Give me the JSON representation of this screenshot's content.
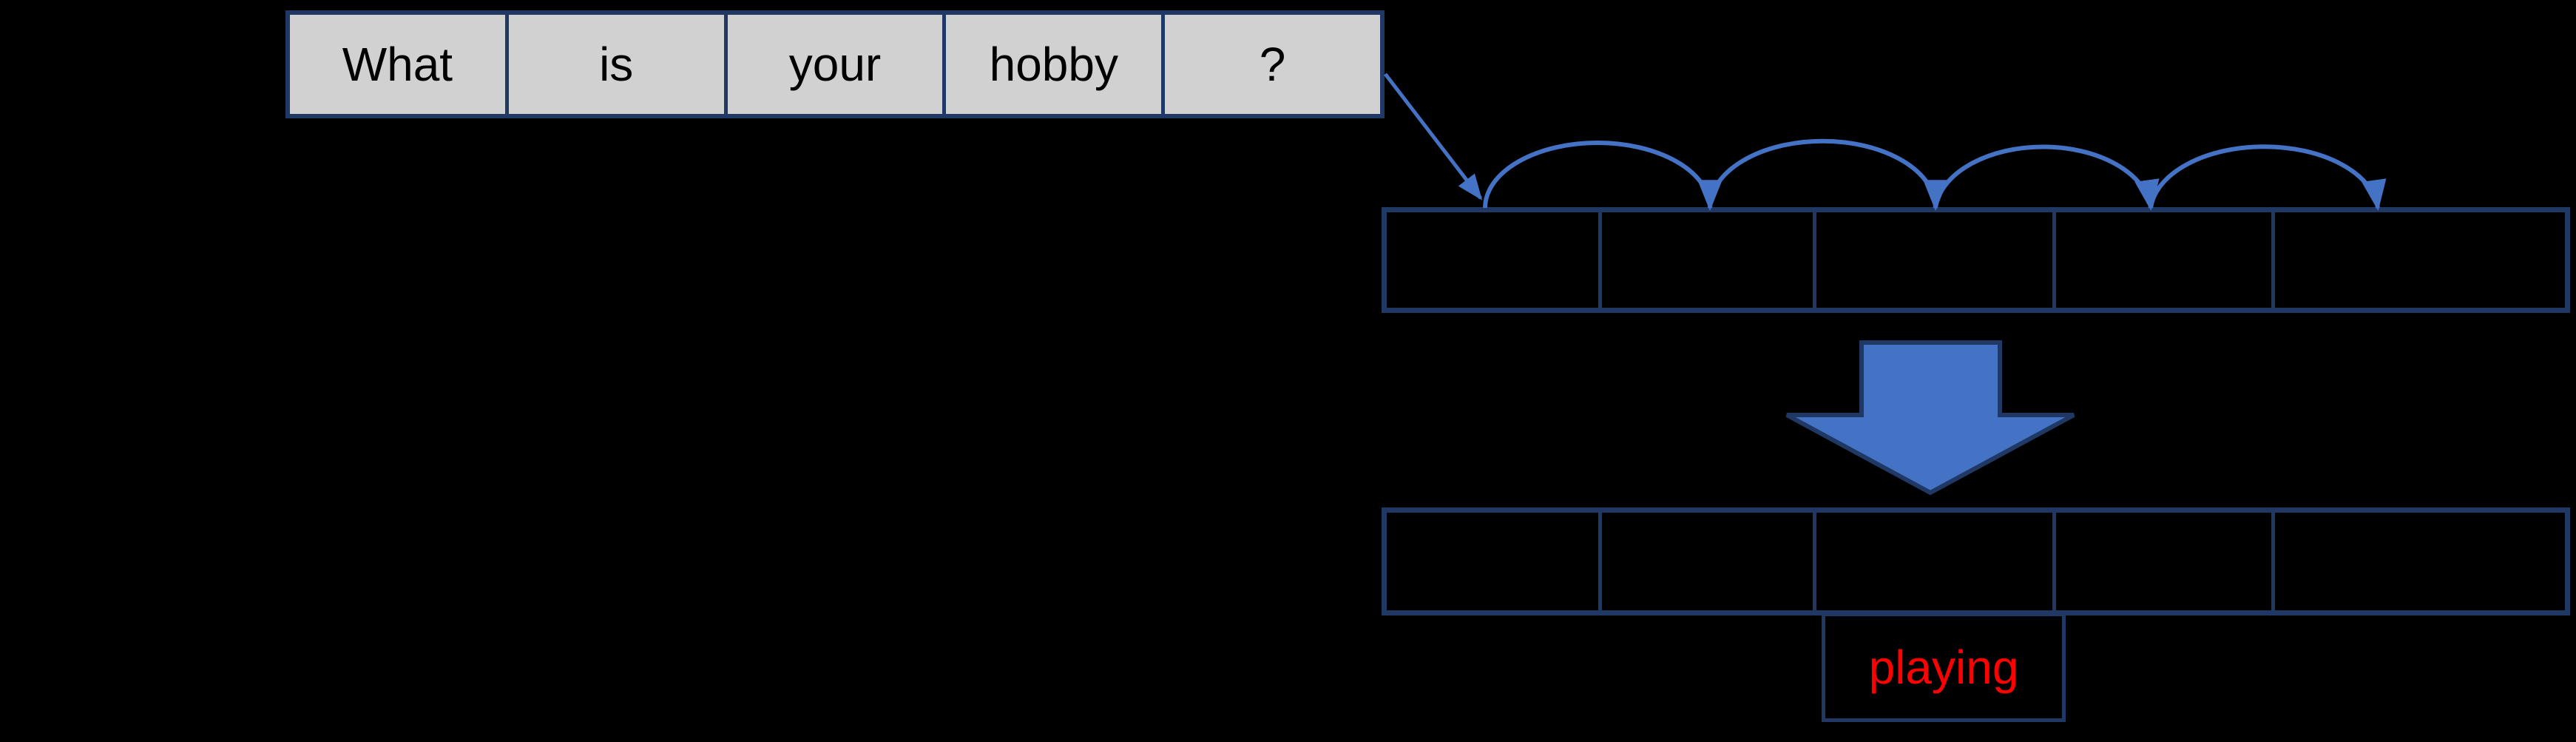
{
  "colors": {
    "background": "#000000",
    "accent_blue": "#4472C4",
    "dark_navy": "#1F3864",
    "cell_gray": "#D1D1D1",
    "token_text": "#000000",
    "highlight_red": "#FF0000"
  },
  "sentence_row": {
    "tokens": [
      "What",
      "is",
      "your",
      "hobby",
      "?"
    ]
  },
  "encoding_row": {
    "cell_count": 5,
    "cells": [
      "",
      "",
      "",
      "",
      ""
    ]
  },
  "output_row": {
    "cell_count": 5,
    "cells": [
      "",
      "",
      "",
      "",
      ""
    ]
  },
  "prediction": {
    "label": "playing"
  }
}
